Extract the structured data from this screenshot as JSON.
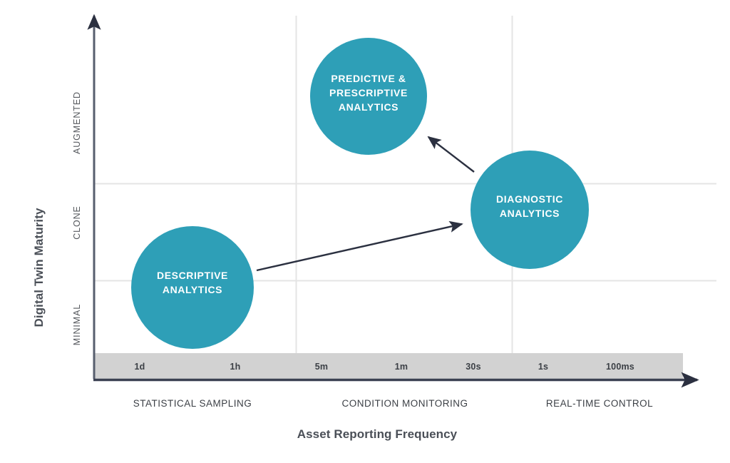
{
  "figure": {
    "background_color": "#ffffff",
    "accent_color": "#2E9FB7",
    "axis_color": "#3b4152",
    "grid_color": "#e2e2e2",
    "band_color": "#d2d2d2",
    "text_color": "#3c4046"
  },
  "axes": {
    "y_title": "Digital Twin Maturity",
    "x_title": "Asset Reporting Frequency",
    "y_tiers": [
      {
        "label": "AUGMENTED"
      },
      {
        "label": "CLONE"
      },
      {
        "label": "MINIMAL"
      }
    ],
    "x_ticks": [
      "1d",
      "1h",
      "5m",
      "1m",
      "30s",
      "1s",
      "100ms"
    ],
    "x_zones": [
      "STATISTICAL SAMPLING",
      "CONDITION MONITORING",
      "REAL-TIME CONTROL"
    ]
  },
  "bubbles": [
    {
      "name": "descriptive-analytics",
      "lines": [
        "DESCRIPTIVE",
        "ANALYTICS"
      ],
      "color": "#2E9FB7"
    },
    {
      "name": "diagnostic-analytics",
      "lines": [
        "DIAGNOSTIC",
        "ANALYTICS"
      ],
      "color": "#2E9FB7"
    },
    {
      "name": "predictive-prescriptive-analytics",
      "lines": [
        "PREDICTIVE &",
        "PRESCRIPTIVE",
        "ANALYTICS"
      ],
      "color": "#2E9FB7"
    }
  ],
  "arrows": [
    {
      "name": "descriptive-to-diagnostic"
    },
    {
      "name": "diagnostic-to-predictive"
    }
  ],
  "chart_data": {
    "type": "scatter",
    "title": "",
    "xlabel": "Asset Reporting Frequency",
    "ylabel": "Digital Twin Maturity",
    "grid": true,
    "legend": "none",
    "x_tick_labels": [
      "1d",
      "1h",
      "5m",
      "1m",
      "30s",
      "1s",
      "100ms"
    ],
    "x_zone_labels": [
      "STATISTICAL SAMPLING",
      "CONDITION MONITORING",
      "REAL-TIME CONTROL"
    ],
    "y_tick_labels": [
      "MINIMAL",
      "CLONE",
      "AUGMENTED"
    ],
    "points": [
      {
        "label": "DESCRIPTIVE ANALYTICS",
        "x_band": "1d-1h",
        "x_zone": "STATISTICAL SAMPLING",
        "y_band": "MINIMAL-CLONE",
        "size_r": 86
      },
      {
        "label": "DIAGNOSTIC ANALYTICS",
        "x_band": "30s-1s",
        "x_zone": "CONDITION MONITORING / REAL-TIME CONTROL",
        "y_band": "CLONE-AUGMENTED",
        "size_r": 83
      },
      {
        "label": "PREDICTIVE & PRESCRIPTIVE ANALYTICS",
        "x_band": "5m-1m",
        "x_zone": "CONDITION MONITORING",
        "y_band": "AUGMENTED",
        "size_r": 82
      }
    ],
    "annotations": [
      {
        "from": "DESCRIPTIVE ANALYTICS",
        "to": "DIAGNOSTIC ANALYTICS",
        "style": "arrow"
      },
      {
        "from": "DIAGNOSTIC ANALYTICS",
        "to": "PREDICTIVE & PRESCRIPTIVE ANALYTICS",
        "style": "arrow"
      }
    ]
  }
}
